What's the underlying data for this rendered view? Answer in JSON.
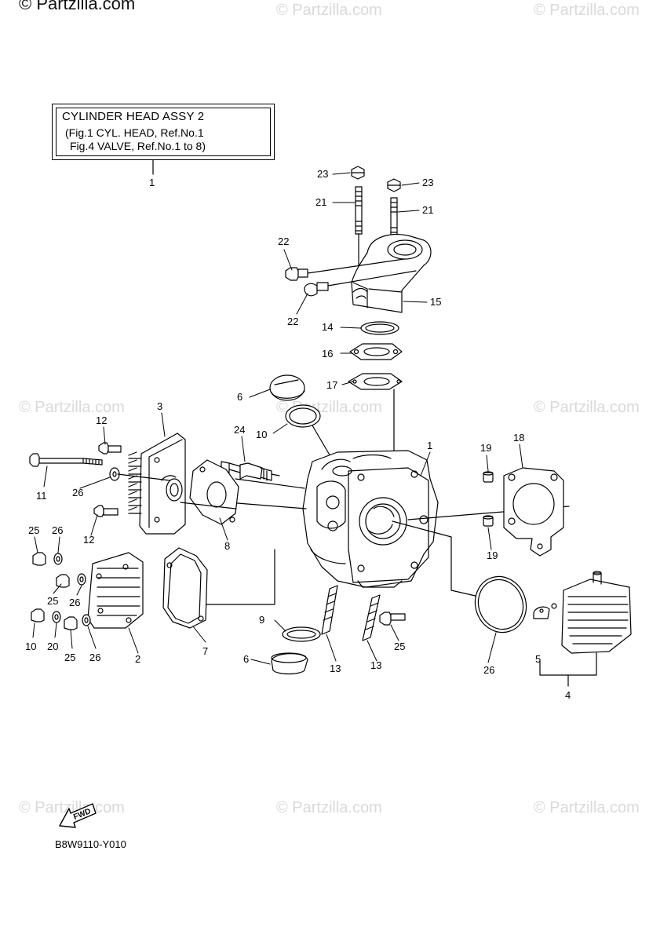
{
  "watermark": {
    "top_left": "© Partzilla.com",
    "brand": "© Partzilla.com"
  },
  "callout": {
    "title": "CYLINDER HEAD ASSY 2",
    "line2": "(Fig.1 CYL. HEAD, Ref.No.1",
    "line3": "Fig.4 VALVE, Ref.No.1 to 8)",
    "ref": "1"
  },
  "fwd_label": "FWD",
  "diagram_code": "B8W9110-Y010",
  "part_labels": [
    "23",
    "23",
    "21",
    "21",
    "22",
    "22",
    "15",
    "14",
    "16",
    "17",
    "6",
    "10",
    "3",
    "12",
    "24",
    "1",
    "19",
    "18",
    "11",
    "26",
    "12",
    "8",
    "19",
    "25",
    "26",
    "25",
    "26",
    "10",
    "20",
    "9",
    "25",
    "26",
    "25",
    "26",
    "2",
    "7",
    "6",
    "13",
    "13",
    "5",
    "4"
  ]
}
